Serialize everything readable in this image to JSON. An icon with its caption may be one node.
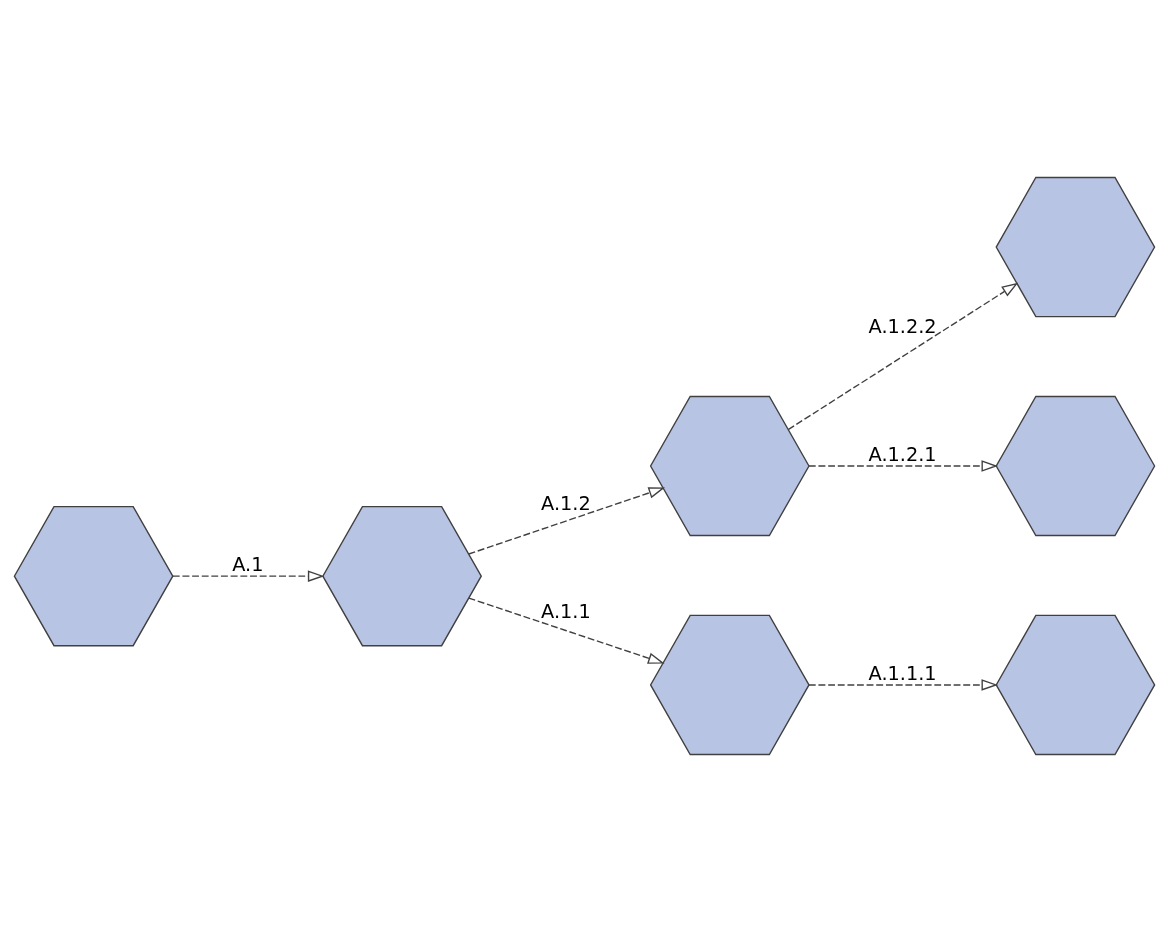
{
  "diagram": {
    "nodes": [
      {
        "text": [],
        "shape": "hexagon"
      },
      {
        "text": [],
        "shape": "hexagon"
      },
      {
        "text": [],
        "shape": "hexagon"
      },
      {
        "text": [],
        "shape": "hexagon"
      },
      {
        "text": [],
        "shape": "hexagon"
      },
      {
        "text": [],
        "shape": "hexagon"
      },
      {
        "text": [],
        "shape": "hexagon"
      }
    ],
    "edges": [
      {
        "from": 5,
        "to": 3,
        "arrow": "to",
        "label": "A.1",
        "style": "dashed"
      },
      {
        "from": 3,
        "to": 2,
        "arrow": "to",
        "label": "A.1.2",
        "style": "dashed"
      },
      {
        "from": 3,
        "to": 6,
        "arrow": "to",
        "label": "A.1.1",
        "style": "dashed"
      },
      {
        "from": 6,
        "to": 4,
        "arrow": "to",
        "label": "A.1.1.1",
        "style": "dashed"
      },
      {
        "from": 2,
        "to": 1,
        "arrow": "to",
        "label": "A.1.2.1",
        "style": "dashed"
      },
      {
        "from": 2,
        "to": 0,
        "arrow": "to",
        "label": "A.1.2.2",
        "style": "dashed"
      }
    ]
  }
}
